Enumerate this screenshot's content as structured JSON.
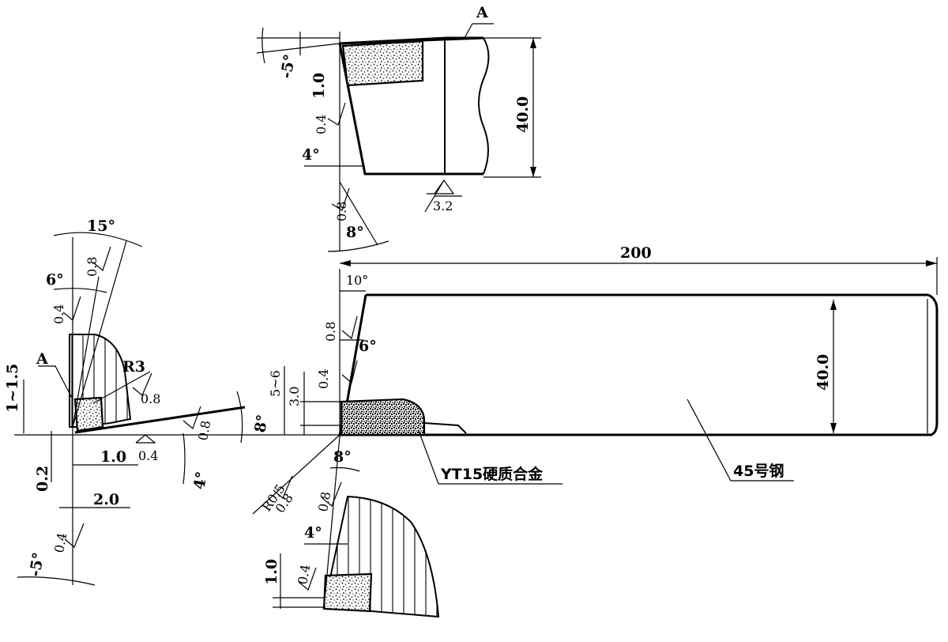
{
  "labels": {
    "section_a_top": "A",
    "section_a_left": "A",
    "overall_length": "200",
    "shank_height": "40.0",
    "head_height": "40.0",
    "insert_material": "YT15硬质合金",
    "shank_material": "45号钢",
    "roughness_top": "3.2",
    "angle_neg5_top": "-5°",
    "dim_1_0_top": "1.0",
    "rough_04_top": "0.4",
    "angle_4_top": "4°",
    "rough_08_top": "0.8",
    "angle_8_top": "8°",
    "angle_15": "15°",
    "angle_6_left": "6°",
    "rough_08_left_a": "0.8",
    "rough_04_left_a": "0.4",
    "dim_1_to_1_5": "1~1.5",
    "radius_r3": "R3",
    "rough_08_left_b": "0.8",
    "angle_8_left": "8°",
    "rough_08_left_c": "0.8",
    "dim_1_0_left": "1.0",
    "rough_04_left_b": "0.4",
    "angle_4_left": "4°",
    "dim_0_2": "0.2",
    "dim_2_0": "2.0",
    "rough_04_left_c": "0.4",
    "angle_neg5_left": "-5°",
    "angle_10": "10°",
    "rough_08_front": "0.8",
    "angle_6_front": "6°",
    "rough_04_front": "0.4",
    "dim_5_6": "5~6",
    "dim_3_0": "3.0",
    "radius_r05": "R0.5",
    "rough_08_bottom_a": "0.8",
    "angle_8_bottom": "8°",
    "rough_08_bottom_b": "0.8",
    "angle_4_bottom": "4°",
    "dim_1_0_bottom": "1.0",
    "rough_04_bottom": "0.4"
  }
}
